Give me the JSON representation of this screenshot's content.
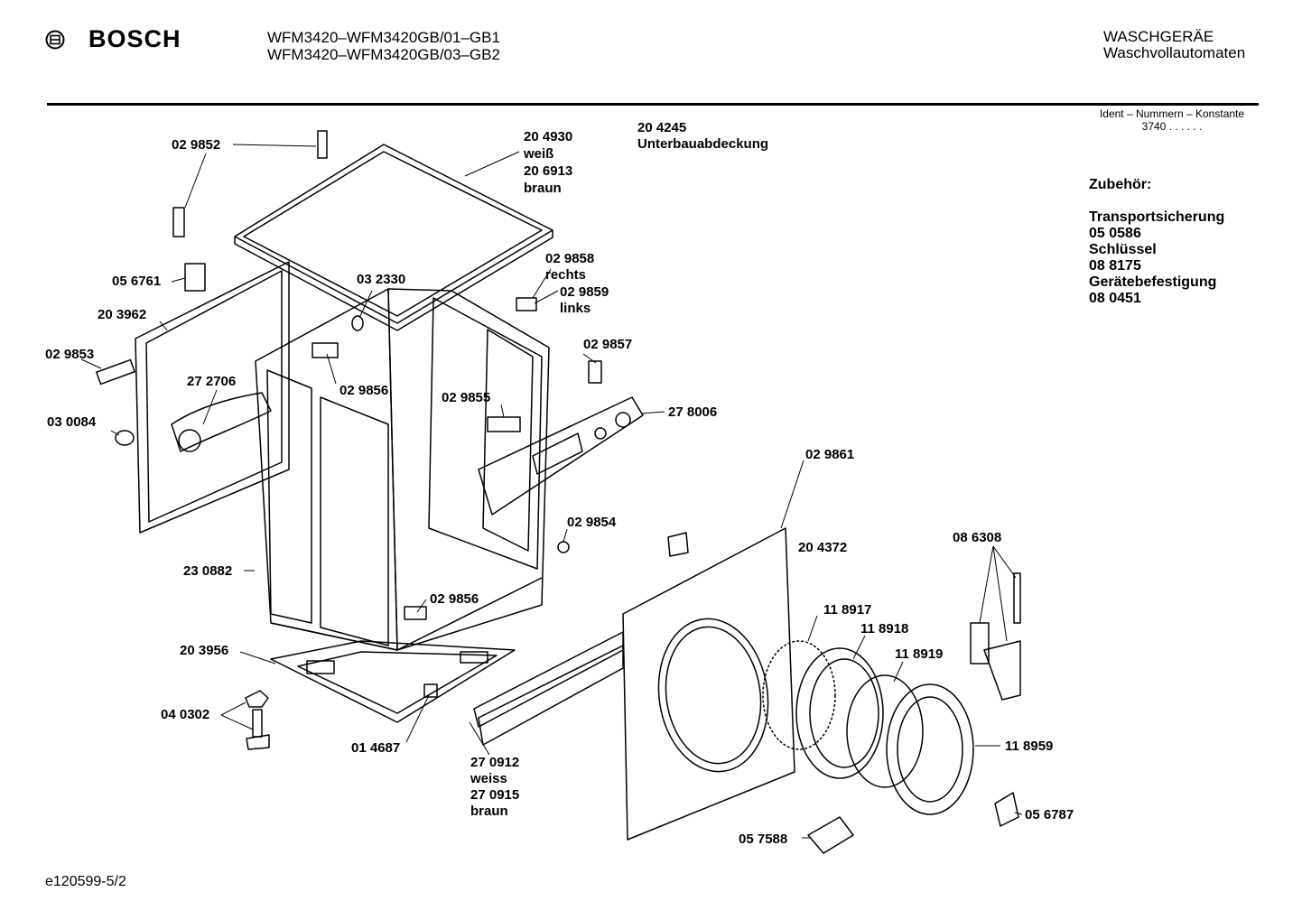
{
  "header": {
    "brand": "BOSCH",
    "model_lines": [
      "WFM3420–WFM3420GB/01–GB1",
      "WFM3420–WFM3420GB/03–GB2"
    ],
    "category": "WASCHGERÄE",
    "subcategory": "Waschvollautomaten"
  },
  "ident": {
    "label": "Ident – Nummern – Konstante",
    "value": "3740 . . . . . ."
  },
  "accessories": {
    "title": "Zubehör:",
    "items": [
      "Transportsicherung",
      "05 0586",
      "Schlüssel",
      "08 8175",
      "Gerätebefestigung",
      "08 0451"
    ]
  },
  "parts": [
    {
      "id": "p1",
      "text": "02 9852"
    },
    {
      "id": "p2",
      "text": "20 4930\nweiß\n20 6913\nbraun"
    },
    {
      "id": "p3",
      "text": "20 4245\nUnterbauabdeckung"
    },
    {
      "id": "p4",
      "text": "05 6761"
    },
    {
      "id": "p5",
      "text": "03 2330"
    },
    {
      "id": "p6",
      "text": "02 9858\nrechts"
    },
    {
      "id": "p7",
      "text": "02 9859\nlinks"
    },
    {
      "id": "p8",
      "text": "20 3962"
    },
    {
      "id": "p9",
      "text": "02 9853"
    },
    {
      "id": "p10",
      "text": "27 2706"
    },
    {
      "id": "p11",
      "text": "02 9856"
    },
    {
      "id": "p12",
      "text": "02 9857"
    },
    {
      "id": "p13",
      "text": "02 9855"
    },
    {
      "id": "p14",
      "text": "27 8006"
    },
    {
      "id": "p15",
      "text": "03 0084"
    },
    {
      "id": "p16",
      "text": "02 9861"
    },
    {
      "id": "p17",
      "text": "02 9854"
    },
    {
      "id": "p18",
      "text": "20 4372"
    },
    {
      "id": "p19",
      "text": "08 6308"
    },
    {
      "id": "p20",
      "text": "23 0882"
    },
    {
      "id": "p21",
      "text": "02 9856"
    },
    {
      "id": "p22",
      "text": "11 8917"
    },
    {
      "id": "p23",
      "text": "11 8918"
    },
    {
      "id": "p24",
      "text": "11 8919"
    },
    {
      "id": "p25",
      "text": "20 3956"
    },
    {
      "id": "p26",
      "text": "04 0302"
    },
    {
      "id": "p27",
      "text": "11 8959"
    },
    {
      "id": "p28",
      "text": "01 4687"
    },
    {
      "id": "p29",
      "text": "27 0912\nweiss\n27 0915\nbraun"
    },
    {
      "id": "p30",
      "text": "05 6787"
    },
    {
      "id": "p31",
      "text": "05 7588"
    }
  ],
  "footer": {
    "code": "e120599-5/2"
  }
}
